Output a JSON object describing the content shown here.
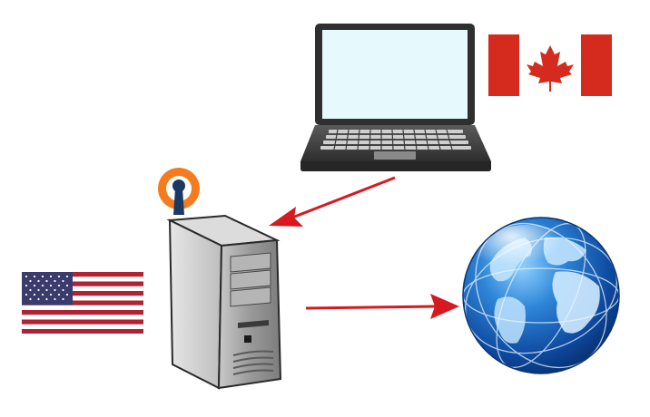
{
  "diagram": {
    "nodes": [
      {
        "id": "laptop",
        "icon": "laptop-icon",
        "flag": "canada-flag-icon"
      },
      {
        "id": "server",
        "icon": "server-tower-icon",
        "badge": "openvpn-logo-icon",
        "flag": "usa-flag-icon"
      },
      {
        "id": "internet",
        "icon": "globe-icon"
      }
    ],
    "edges": [
      {
        "from": "laptop",
        "to": "server",
        "icon": "arrow-icon"
      },
      {
        "from": "server",
        "to": "internet",
        "icon": "arrow-icon"
      }
    ],
    "colors": {
      "arrow": "#d71920",
      "openvpn_orange": "#f47c20",
      "openvpn_navy": "#1b3a63",
      "canada_red": "#d52b1e",
      "usa_red": "#b22234",
      "usa_blue": "#3c3b6e",
      "laptop_screen": "#e6f9fd",
      "laptop_body": "#3a3a3a",
      "server_gray": "#9e9e9e",
      "globe_blue": "#1f5fb0"
    }
  }
}
